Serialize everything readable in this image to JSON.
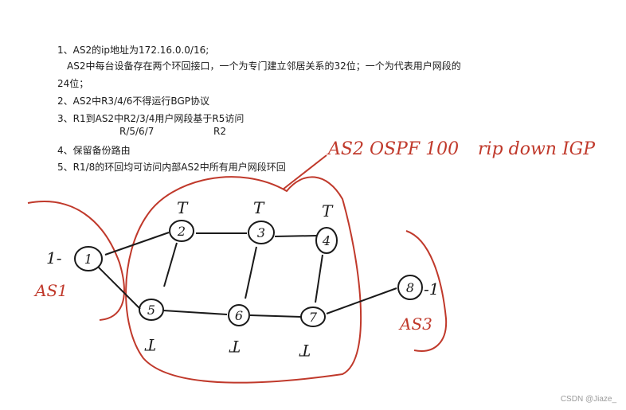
{
  "requirements": [
    "1、AS2的ip地址为172.16.0.0/16;",
    "AS2中每台设备存在两个环回接口，一个为专门建立邻居关系的32位；一个为代表用户网段的",
    "24位；",
    "2、AS2中R3/4/6不得运行BGP协议",
    "3、R1到AS2中R2/3/4用户网段基于R5访问",
    "R/5/6/7",
    "R2",
    "4、保留备份路由",
    "5、R1/8的环回均可访问内部AS2中所有用户网段环回"
  ],
  "annotations": {
    "as2_note": "AS2 OSPF 100",
    "right_note": "rip down IGP",
    "as1_label": "AS1",
    "as3_label": "AS3"
  },
  "routers": [
    "1",
    "2",
    "3",
    "4",
    "5",
    "6",
    "7",
    "8"
  ],
  "loopback_mark": "T",
  "stub_mark": "1-",
  "stub_mark_right": "-1",
  "watermark": "CSDN @Jiaze_",
  "colors": {
    "ink": "#1a1a1a",
    "pen_red": "#c0392b"
  }
}
